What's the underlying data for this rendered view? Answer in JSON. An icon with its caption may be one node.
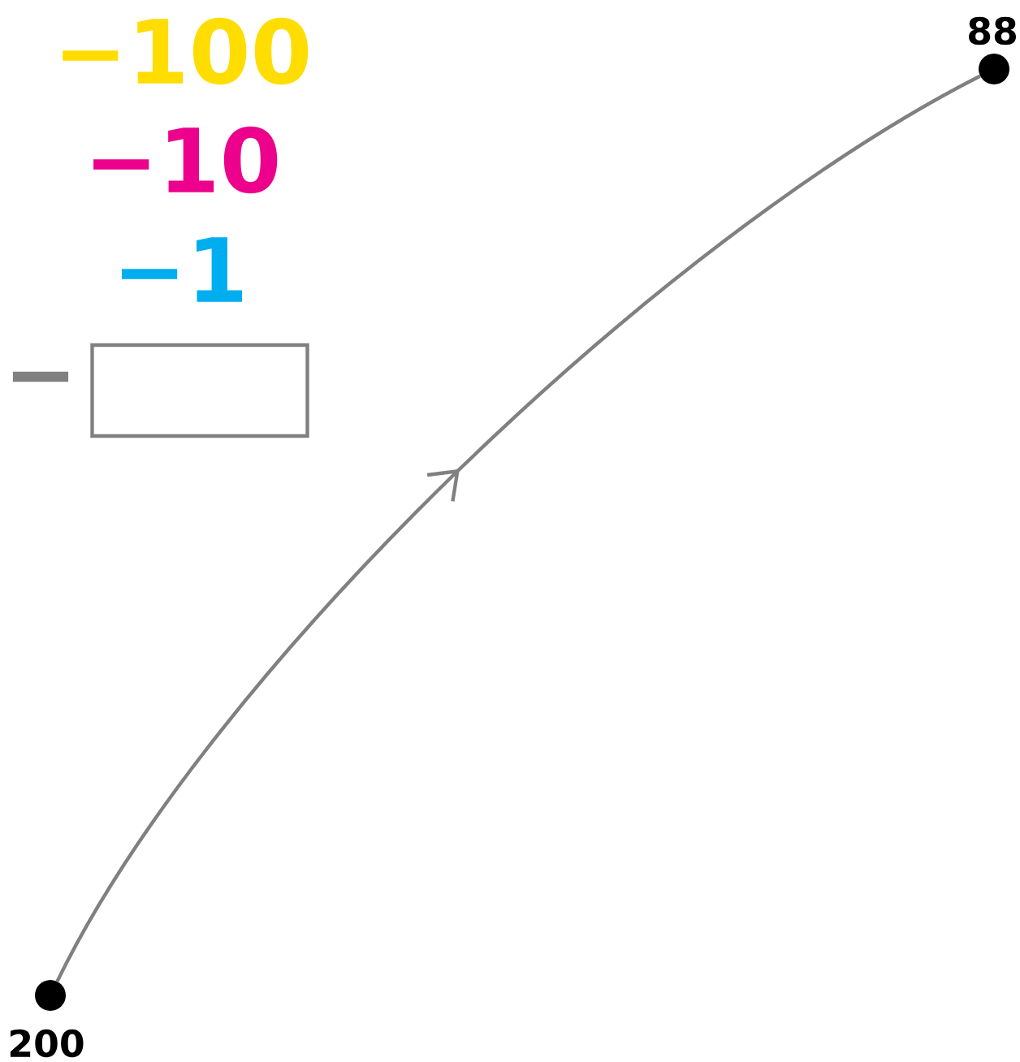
{
  "diagram": {
    "nodes": [
      {
        "text": [],
        "shape": "circle",
        "beside": [
          "200"
        ]
      },
      {
        "text": [],
        "shape": "circle",
        "beside": [
          "88"
        ]
      },
      {
        "text": [],
        "shape": "box",
        "beside": [
          "−"
        ]
      }
    ],
    "edges": [
      {
        "from": 0,
        "to": 1,
        "arrow": "to"
      }
    ],
    "labels": [
      "−100",
      "−10",
      "−1"
    ]
  }
}
